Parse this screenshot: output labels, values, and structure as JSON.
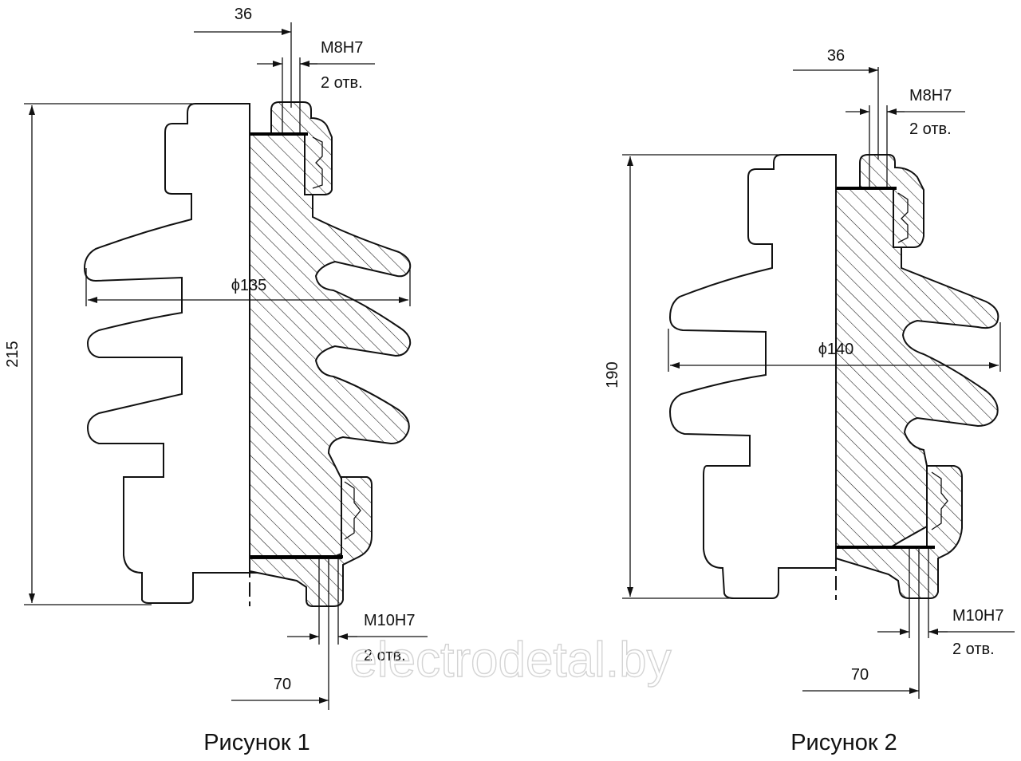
{
  "figure1": {
    "caption": "Рисунок 1",
    "height_dim": "215",
    "diameter_dim": "ϕ135",
    "top_offset_dim": "36",
    "top_thread": "M8H7",
    "top_holes": "2 отв.",
    "bottom_offset_dim": "70",
    "bottom_thread": "M10H7",
    "bottom_holes": "2 отв."
  },
  "figure2": {
    "caption": "Рисунок 2",
    "height_dim": "190",
    "diameter_dim": "ϕ140",
    "top_offset_dim": "36",
    "top_thread": "M8H7",
    "top_holes": "2 отв.",
    "bottom_offset_dim": "70",
    "bottom_thread": "M10H7",
    "bottom_holes": "2 отв."
  },
  "watermark": "electrodetal.by",
  "colors": {
    "line": "#111111",
    "background": "#ffffff",
    "watermark": "#d4d4d4"
  }
}
